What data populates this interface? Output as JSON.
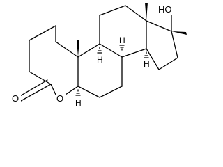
{
  "molecule": {
    "atom_labels": {
      "carbonyl_oxygen": "O",
      "ring_oxygen": "O",
      "hydroxyl": "HO"
    },
    "stereo_h_labels": [
      "H",
      "H",
      "H",
      "H"
    ]
  },
  "colors": {
    "bond": "#000000",
    "background": "#ffffff"
  }
}
